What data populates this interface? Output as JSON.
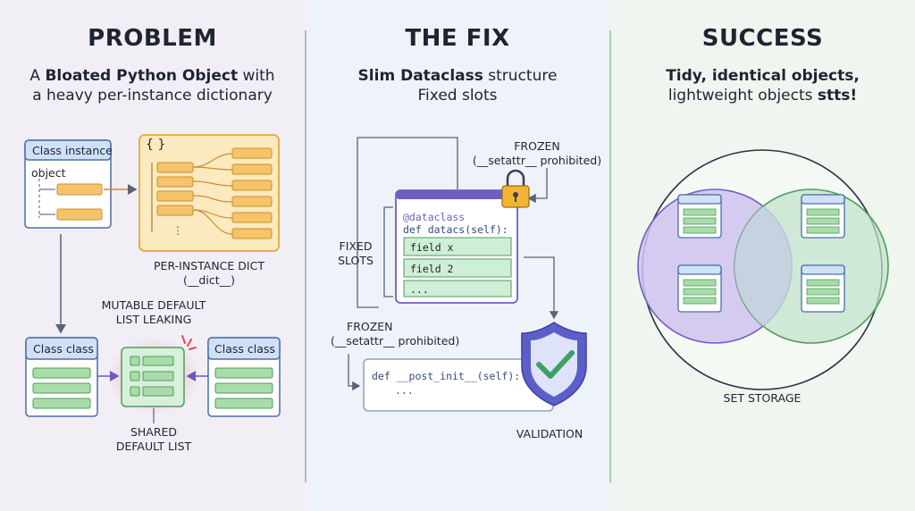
{
  "problem": {
    "title": "PROBLEM",
    "sub_bold": "Bloated Python Object",
    "sub_line1_pre": "A ",
    "sub_line1_post": " with",
    "sub_line2": "a heavy per-instance dictionary",
    "class_instance_label": "Class instance",
    "object_label": "object",
    "dict_braces": "{ }",
    "dict_label_line1": "PER-INSTANCE DICT",
    "dict_label_line2": "(__dict__)",
    "mutable_label_line1": "MUTABLE DEFAULT",
    "mutable_label_line2": "LIST LEAKING",
    "left_class_label": "Class class",
    "right_class_label": "Class class",
    "shared_label_line1": "SHARED",
    "shared_label_line2": "DEFAULT LIST"
  },
  "fix": {
    "title": "THE FIX",
    "sub_line1_bold": "Slim Dataclass",
    "sub_line1_post": " structure",
    "sub_line2": "Fixed slots",
    "frozen_top_line1": "FROZEN",
    "frozen_top_line2": "(__setattr__ prohibited)",
    "fixed_slots_line1": "FIXED",
    "fixed_slots_line2": "SLOTS",
    "code_decorator": "@dataclass",
    "code_def": "def datacs(self):",
    "field1": "field x",
    "field2": "field 2",
    "field3": "...",
    "frozen_mid_line1": "FROZEN",
    "frozen_mid_line2": "(__setattr__ prohibited)",
    "post_init_line1": "def __post_init__(self):",
    "post_init_line2": "...",
    "validation_label": "VALIDATION"
  },
  "success": {
    "title": "SUCCESS",
    "sub_line1": "Tidy, identical objects,",
    "sub_line2_pre": "lightweight objects ",
    "sub_line2_bold": "stts!",
    "set_storage_label": "SET STORAGE"
  },
  "colors": {
    "panel1_bg": "#f2eef6",
    "panel2_bg": "#eef3fa",
    "panel3_bg": "#eef6ef",
    "class_blue": "#cfe0f7",
    "class_border": "#4a6fa8",
    "dict_yellow": "#fbe9bf",
    "field_orange": "#f5c46a",
    "field_green": "#a8dca8",
    "purple": "#6f5fc2",
    "shield_blue": "#5b5fc7",
    "check_green": "#3ea063",
    "warning_red": "#e8484b",
    "circle_purple": "#cfc3ee",
    "circle_green": "#c3e4cf"
  },
  "icons": [
    "lock-icon",
    "shield-check-icon",
    "arrow-icon"
  ]
}
